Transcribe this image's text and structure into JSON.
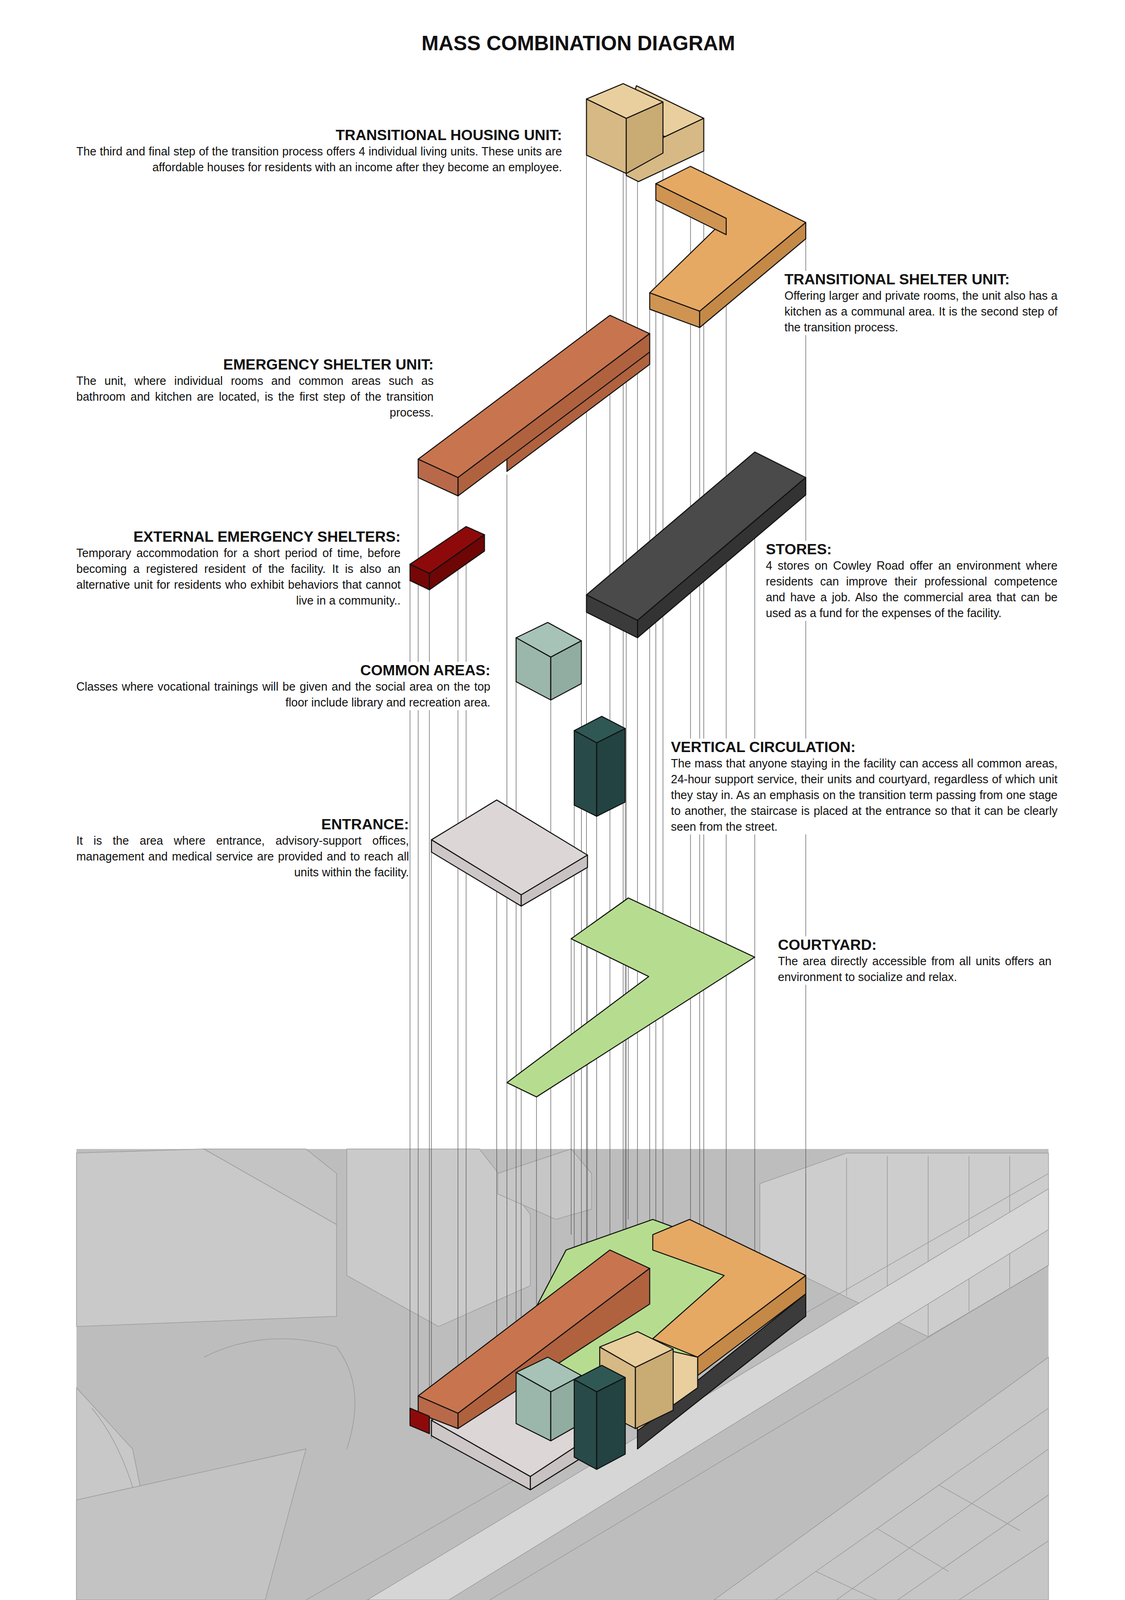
{
  "diagram": {
    "title": "MASS COMBINATION DIAGRAM",
    "labels": [
      "TRANSITIONAL HOUSING UNIT:",
      "The third and final step of the transition process offers 4 individual living units. These units are affordable houses for residents with an income after they become an employee.",
      "TRANSITIONAL SHELTER UNIT:",
      "Offering larger and private rooms, the unit also has a kitchen as a communal area. It is the second step of the transition process.",
      "EMERGENCY SHELTER UNIT:",
      "The unit, where individual rooms and common areas such as bathroom and kitchen are located, is the first step of the transition process.",
      "EXTERNAL EMERGENCY SHELTERS:",
      "Temporary accommodation for a short period of time, before becoming a registered resident of the facility. It is also an alternative unit for residents who exhibit behaviors that cannot live in a community..",
      "STORES:",
      "4 stores on Cowley Road offer an environment where residents can improve their professional competence and have a job. Also the commercial area that can be used as a fund for the expenses of the facility.",
      "COMMON AREAS:",
      "Classes where vocational trainings will be given and the social area on the top floor include library and recreation area.",
      "VERTICAL CIRCULATION:",
      "The mass that anyone staying in the facility can access all common areas, 24-hour support service, their units and courtyard, regardless of which unit they stay in. As an emphasis on the transition term passing from one stage to another, the staircase is placed at the entrance so that it can be clearly seen from the street.",
      "ENTRANCE:",
      "It is the area where entrance, advisory-support offices, management and medical service are provided and to reach all units within the facility.",
      "COURTYARD:",
      "The area directly accessible from all units offers an environment to socialize and relax."
    ]
  }
}
